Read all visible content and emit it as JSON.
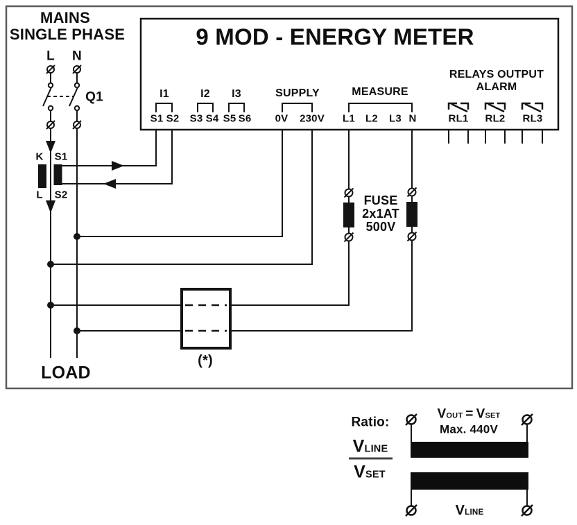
{
  "mains": {
    "title_line1": "MAINS",
    "title_line2": "SINGLE PHASE",
    "phase": "L",
    "neutral": "N",
    "breaker": "Q1",
    "load": "LOAD"
  },
  "ct": {
    "k": "K",
    "l": "L",
    "s1": "S1",
    "s2": "S2"
  },
  "meter": {
    "title": "9 MOD - ENERGY METER",
    "current_inputs": [
      {
        "label": "I1",
        "terminals": [
          "S1",
          "S2"
        ]
      },
      {
        "label": "I2",
        "terminals": [
          "S3",
          "S4"
        ]
      },
      {
        "label": "I3",
        "terminals": [
          "S5",
          "S6"
        ]
      }
    ],
    "supply": {
      "label": "SUPPLY",
      "terminals": [
        "0V",
        "230V"
      ]
    },
    "measure": {
      "label": "MEASURE",
      "terminals": [
        "L1",
        "L2",
        "L3",
        "N"
      ]
    },
    "relays": {
      "label_line1": "RELAYS OUTPUT",
      "label_line2": "ALARM",
      "terminals": [
        "RL1",
        "RL2",
        "RL3"
      ]
    }
  },
  "fuse": {
    "line1": "FUSE",
    "line2": "2x1AT",
    "line3": "500V"
  },
  "vt_note": "(*)",
  "ratio": {
    "label": "Ratio:",
    "numerator_base": "V",
    "numerator_sub": "LINE",
    "denominator_base": "V",
    "denominator_sub": "SET",
    "out_base": "V",
    "out_sub": "OUT",
    "equals": "=",
    "set_base": "V",
    "set_sub": "SET",
    "max_note": "Max. 440V",
    "line_base": "V",
    "line_sub": "LINE"
  },
  "colors": {
    "wire": "#141414",
    "frame": "#5a5a5a",
    "background": "#ffffff"
  }
}
